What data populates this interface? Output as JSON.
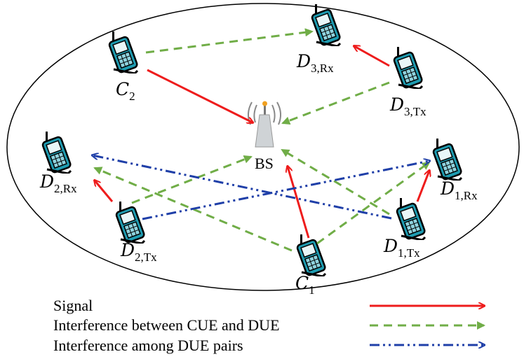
{
  "colors": {
    "signal": "#ee1c1c",
    "cue_due": "#70ad47",
    "due_due": "#1f3fa8",
    "phone_body": "#1e9bb0",
    "phone_outline": "#000000"
  },
  "bs": {
    "label": "BS"
  },
  "nodes": {
    "c2": {
      "main": "C",
      "sub": "2"
    },
    "c1": {
      "main": "C",
      "sub": "1"
    },
    "d3rx": {
      "main": "D",
      "sub": "3,Rx"
    },
    "d3tx": {
      "main": "D",
      "sub": "3,Tx"
    },
    "d2rx": {
      "main": "D",
      "sub": "2,Rx"
    },
    "d2tx": {
      "main": "D",
      "sub": "2,Tx"
    },
    "d1rx": {
      "main": "D",
      "sub": "1,Rx"
    },
    "d1tx": {
      "main": "D",
      "sub": "1,Tx"
    }
  },
  "legend": {
    "signal": "Signal",
    "cue_due": "Interference between CUE and DUE",
    "due_due": "Interference among DUE pairs"
  }
}
